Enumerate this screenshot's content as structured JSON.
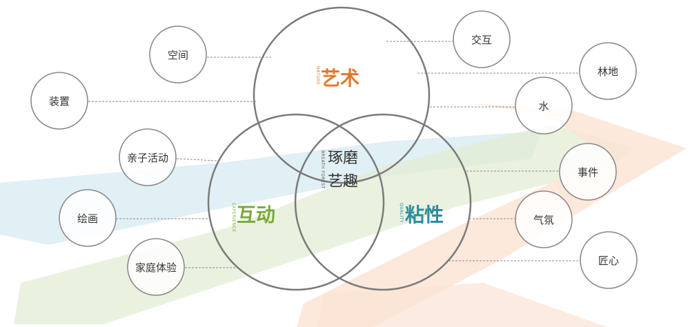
{
  "venn": {
    "top": {
      "label": "艺术",
      "sub": "NATURE",
      "color": "#e07a2e"
    },
    "left": {
      "label": "互动",
      "sub": "EXPERIENCE",
      "color": "#7aaa3a"
    },
    "right": {
      "label": "粘性",
      "sub": "QUALITY",
      "color": "#2a8ea0"
    },
    "center": {
      "line1": "琢磨",
      "line2": "艺趣",
      "sub": "BREATH FOREST",
      "color": "#333333"
    }
  },
  "left_nodes": [
    {
      "label": "空间"
    },
    {
      "label": "装置"
    },
    {
      "label": "亲子活动"
    },
    {
      "label": "绘画"
    },
    {
      "label": "家庭体验"
    }
  ],
  "right_nodes": [
    {
      "label": "交互"
    },
    {
      "label": "林地"
    },
    {
      "label": "水"
    },
    {
      "label": "事件"
    },
    {
      "label": "气氛"
    },
    {
      "label": "匠心"
    }
  ],
  "colors": {
    "circle_stroke": "#7a7a7a",
    "node_stroke": "#8a8a8a",
    "node_text": "#333333",
    "dash": "#8a8a8a",
    "ribbon_blue": "#d5ebf0",
    "ribbon_green": "#e3ecd4",
    "ribbon_orange": "#fbe3d3"
  }
}
